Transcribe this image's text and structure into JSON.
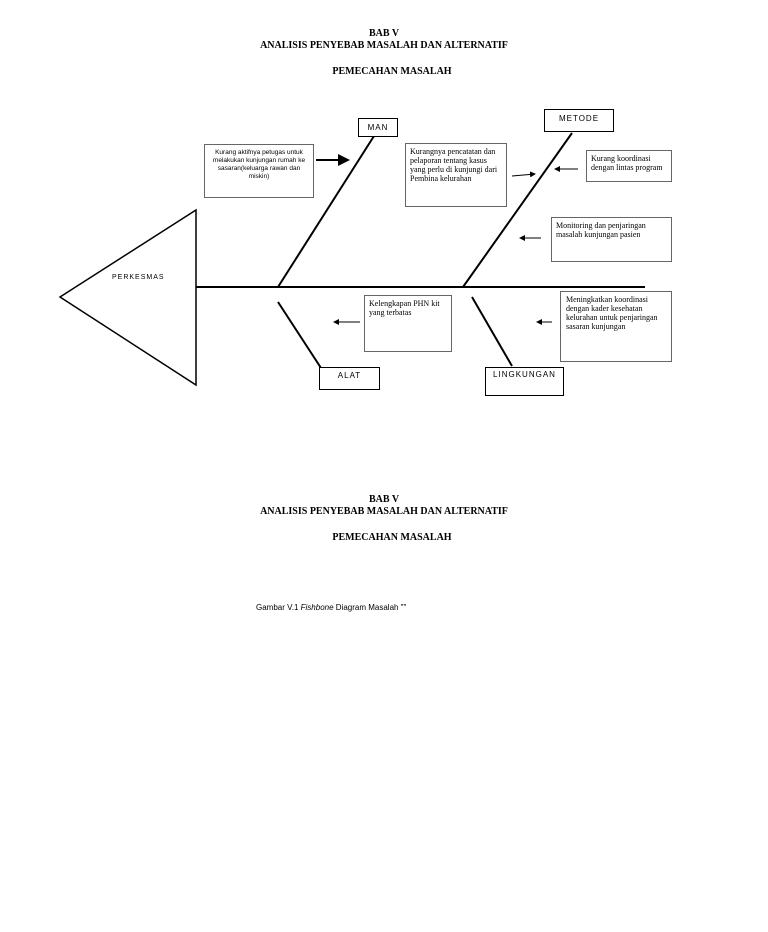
{
  "header1": {
    "line1": "BAB V",
    "line2": "ANALISIS PENYEBAB MASALAH DAN ALTERNATIF",
    "line3": "PEMECAHAN  MASALAH"
  },
  "header2": {
    "line1": "BAB V",
    "line2": "ANALISIS PENYEBAB MASALAH DAN ALTERNATIF",
    "line3": "PEMECAHAN  MASALAH"
  },
  "diagram": {
    "head": "PERKESMAS",
    "categories": {
      "man": "MAN",
      "metode": "METODE",
      "alat": "ALAT",
      "lingkungan": "LINGKUNGAN"
    },
    "causes": {
      "man": "Kurang aktifnya petugas untuk melakukan kunjungan rumah ke sasaran(keluarga rawan dan miskin)",
      "metode_1": "Kurangnya pencatatan dan pelaporan tentang kasus yang perlu di kunjungi dari Pembina kelurahan",
      "metode_2": "Kurang koordinasi dengan lintas program",
      "metode_3": "Monitoring dan penjaringan masalah kunjungan pasien",
      "alat": "Kelengkapan PHN kit yang terbatas",
      "lingkungan": "Meningkatkan koordinasi dengan kader kesehatan kelurahan untuk penjaringan sasaran kunjungan"
    }
  },
  "caption": {
    "prefix": "Gambar V.1 ",
    "italic": "Fishbone",
    "suffix": " Diagram Masalah \"\""
  }
}
